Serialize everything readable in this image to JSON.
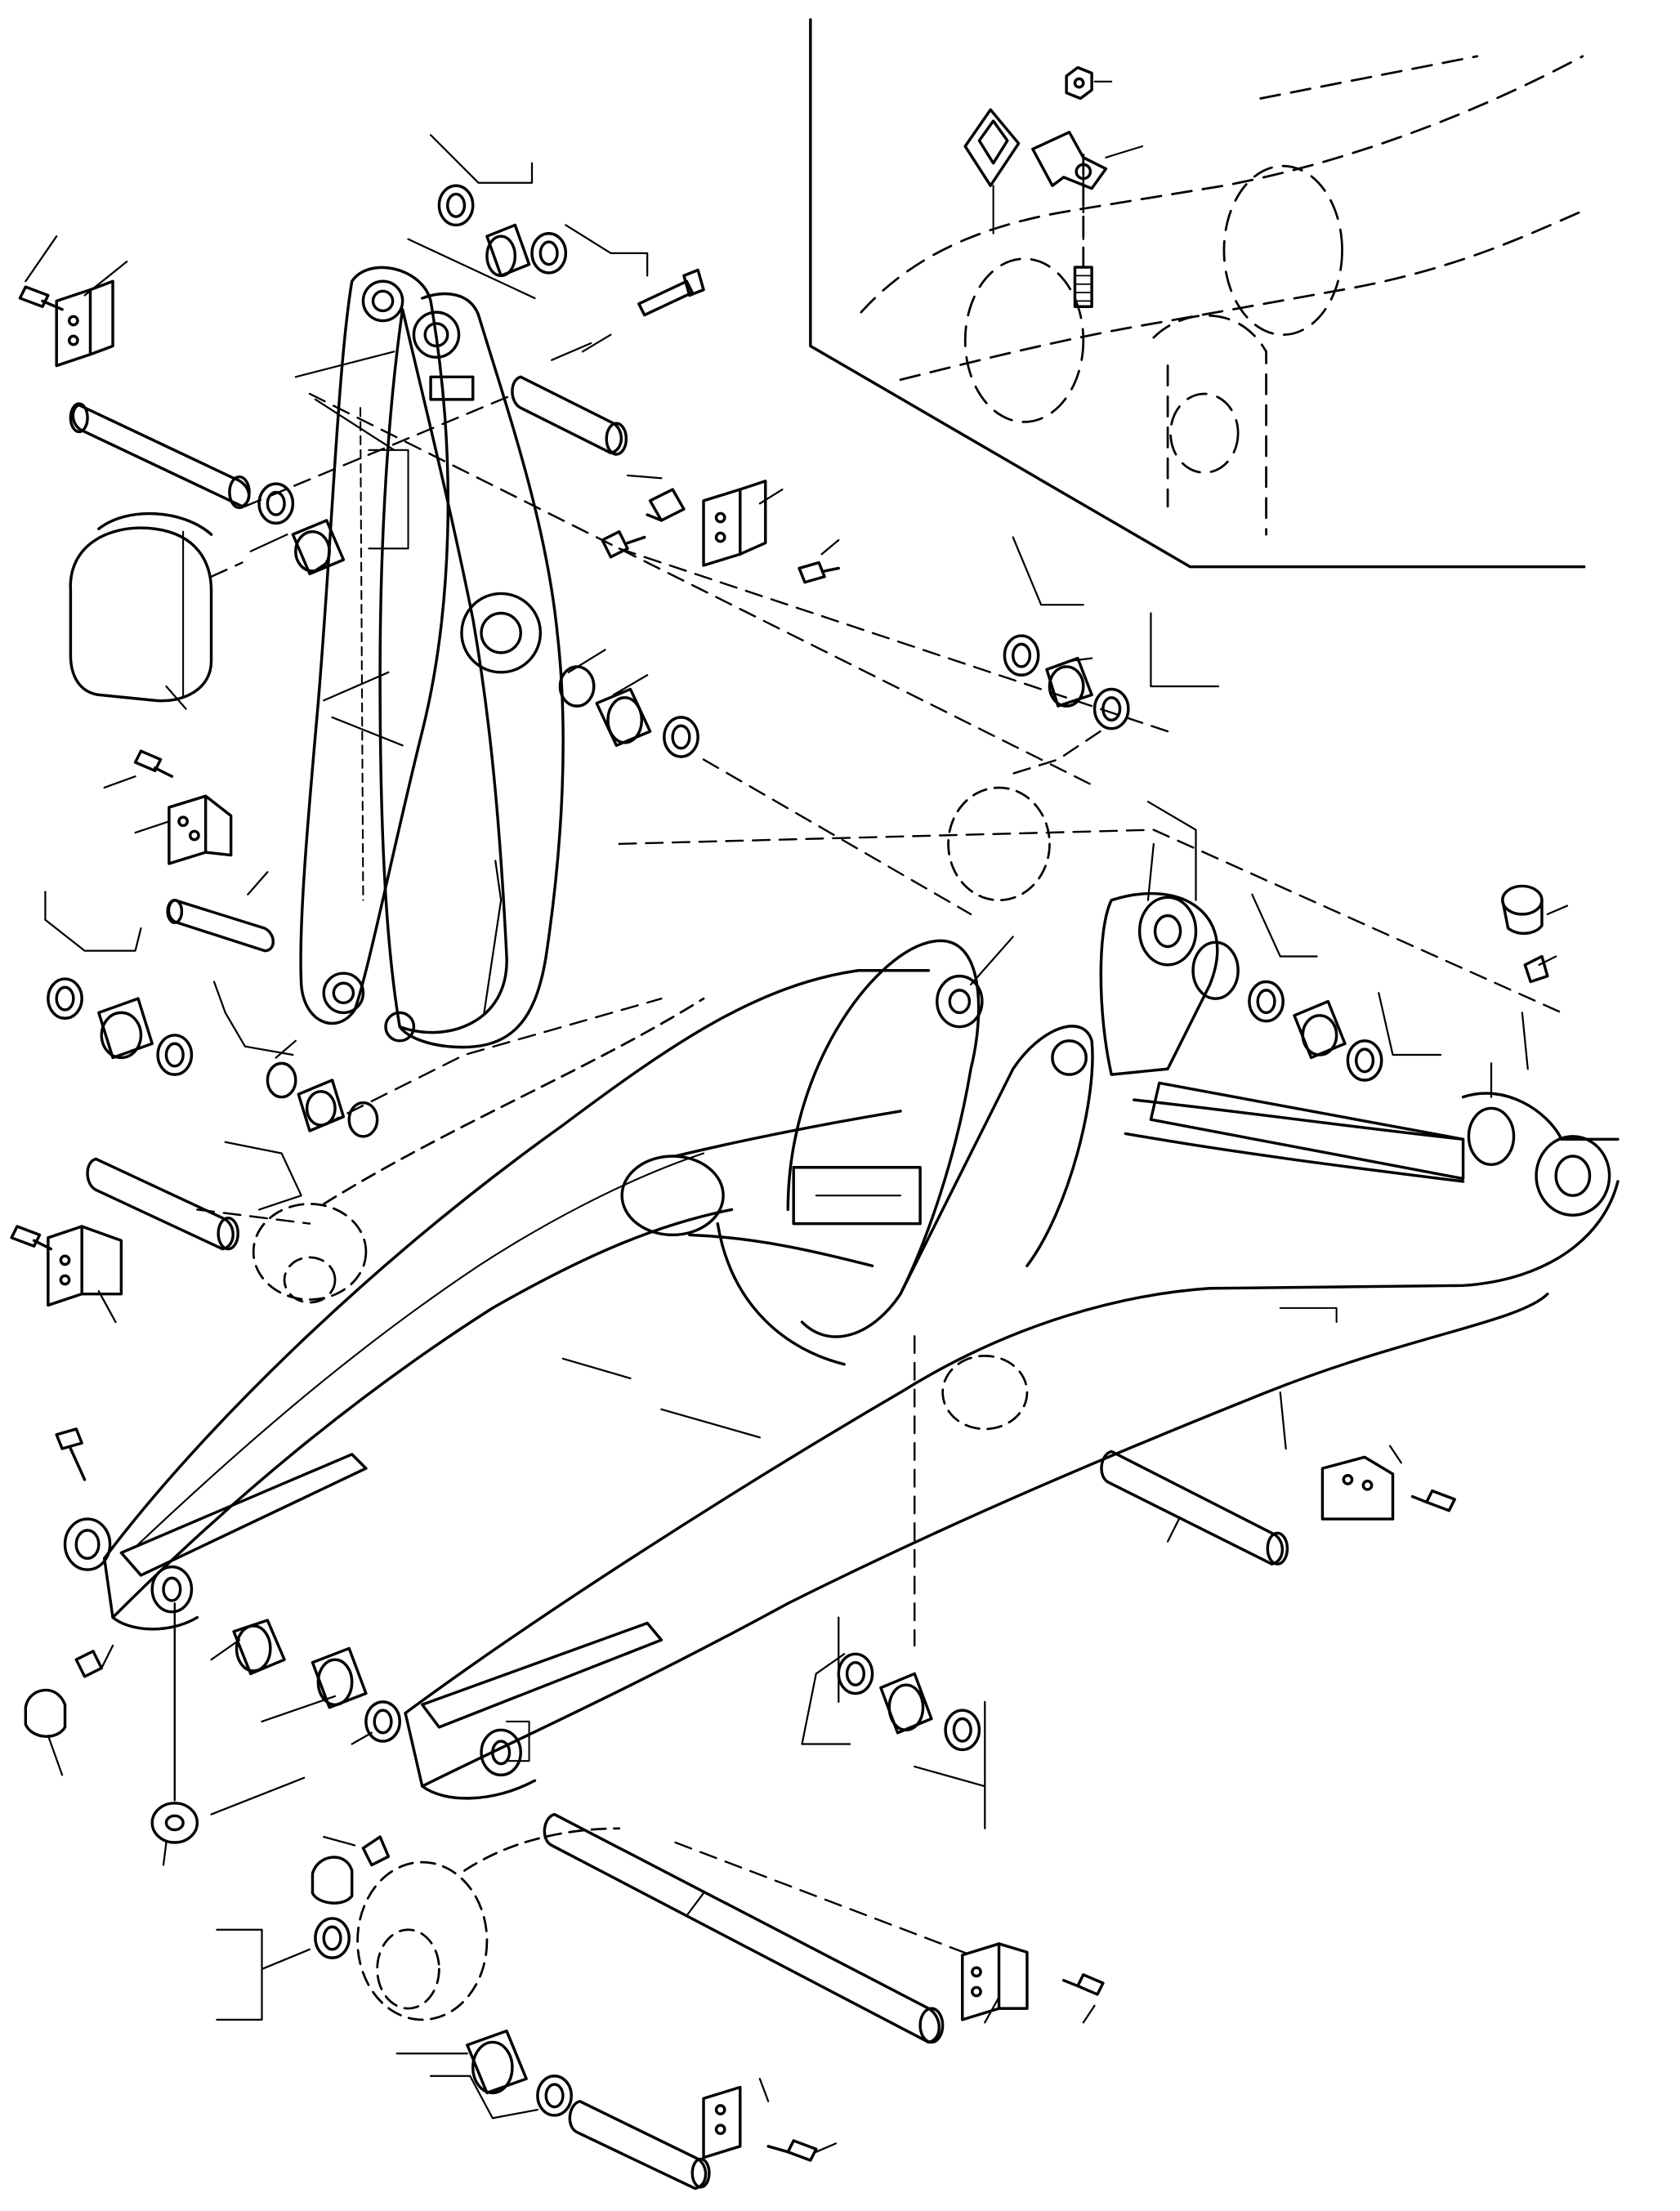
{
  "drawing": {
    "line_color": "#000000",
    "background": "#ffffff",
    "kind": "exploded parts drawing",
    "printed_text": []
  },
  "parts": [
    {
      "name": "lift-arm-assembly"
    },
    {
      "name": "bell-crank"
    },
    {
      "name": "upper-pin"
    },
    {
      "name": "lower-pin"
    },
    {
      "name": "cross-pin"
    },
    {
      "name": "bucket-pin"
    },
    {
      "name": "cylinder-pin"
    },
    {
      "name": "bushing"
    },
    {
      "name": "seal-ring"
    },
    {
      "name": "lock-plate"
    },
    {
      "name": "bolt"
    },
    {
      "name": "grease-fitting"
    },
    {
      "name": "dust-cap"
    },
    {
      "name": "protective-cover"
    },
    {
      "name": "washer"
    }
  ],
  "inset": {
    "name": "cylinder-lock-detail"
  }
}
